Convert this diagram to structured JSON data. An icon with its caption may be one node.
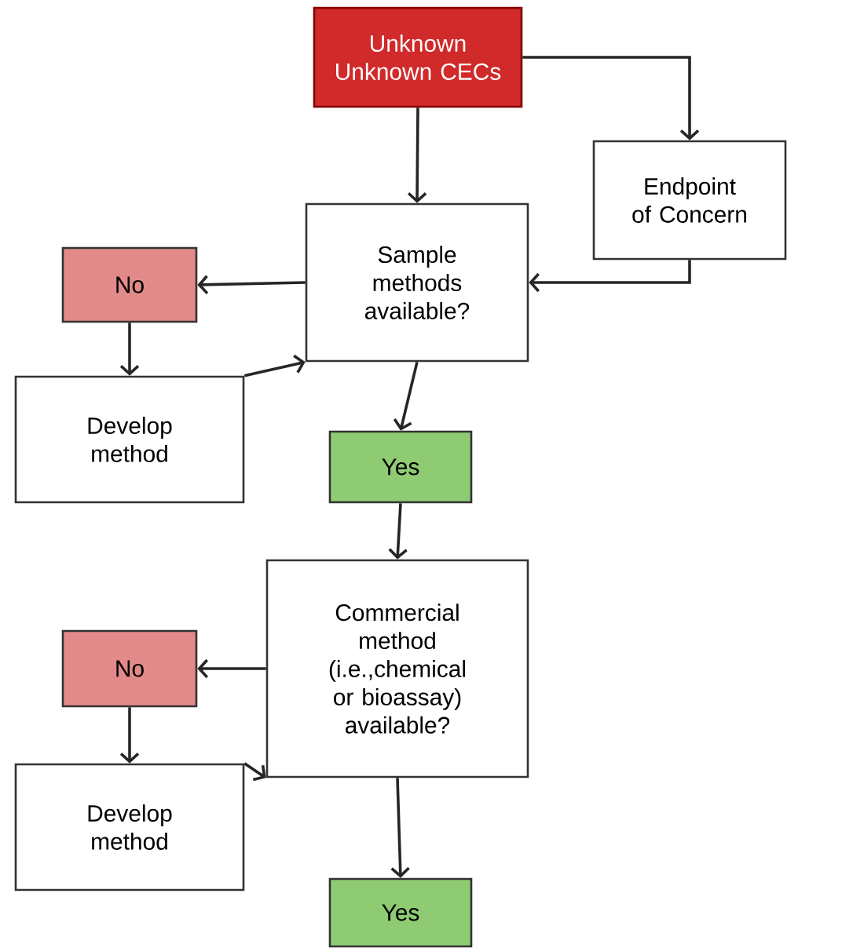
{
  "diagram": {
    "nodes": [
      {
        "text": [
          "Unknown Unknown CECs"
        ]
      },
      {
        "text": [
          "Endpoint of Concern"
        ]
      },
      {
        "text": [
          "Sample methods available?"
        ]
      },
      {
        "text": [
          "No"
        ]
      },
      {
        "text": [
          "Develop method"
        ]
      },
      {
        "text": [
          "Yes"
        ]
      },
      {
        "text": [
          "Commercial method (i.e.,chemical or bioassay) available?"
        ]
      },
      {
        "text": [
          "No"
        ]
      },
      {
        "text": [
          "Develop method"
        ]
      },
      {
        "text": [
          "Yes"
        ]
      }
    ],
    "edges": [
      {
        "from": 0,
        "to": 1,
        "arrow": "to"
      },
      {
        "from": 0,
        "to": 2,
        "arrow": "to"
      },
      {
        "from": 1,
        "to": 2,
        "arrow": "to"
      },
      {
        "from": 2,
        "to": 3,
        "arrow": "to"
      },
      {
        "from": 3,
        "to": 4,
        "arrow": "to"
      },
      {
        "from": 4,
        "to": 2,
        "arrow": "to"
      },
      {
        "from": 2,
        "to": 5,
        "arrow": "to"
      },
      {
        "from": 5,
        "to": 6,
        "arrow": "to"
      },
      {
        "from": 6,
        "to": 7,
        "arrow": "to"
      },
      {
        "from": 7,
        "to": 8,
        "arrow": "to"
      },
      {
        "from": 8,
        "to": 6,
        "arrow": "to"
      },
      {
        "from": 6,
        "to": 9,
        "arrow": "to"
      }
    ]
  }
}
